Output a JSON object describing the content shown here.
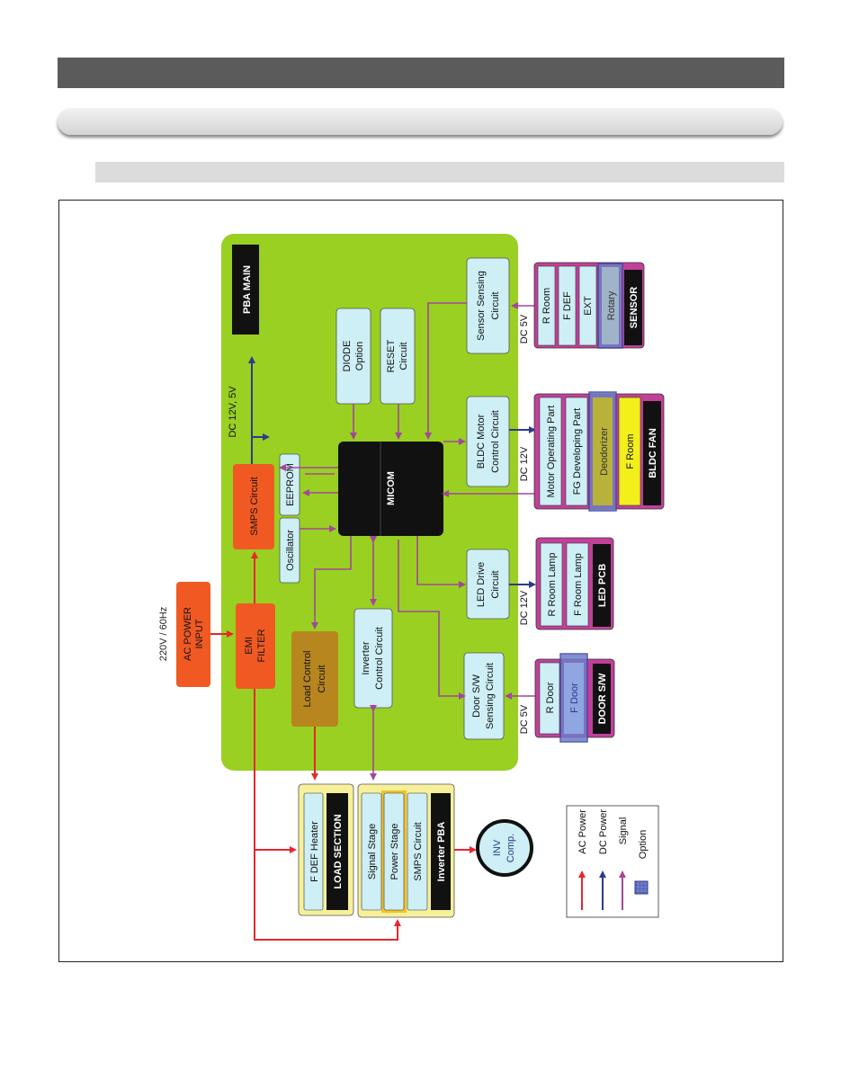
{
  "diagram": {
    "ac_input": {
      "voltage": "220V / 60Hz",
      "line1": "AC POWER",
      "line2": "INPUT"
    },
    "emi": {
      "line1": "EMI",
      "line2": "FILTER"
    },
    "smps_main": "SMPS Circuit",
    "eeprom": "EEPROM",
    "oscillator": "Oscillator",
    "micom": "MICOM",
    "diode": {
      "line1": "DIODE",
      "line2": "Option"
    },
    "reset": {
      "line1": "RESET",
      "line2": "Circuit"
    },
    "sensor_circuit": {
      "line1": "Sensor Sensing",
      "line2": "Circuit"
    },
    "bldc_circuit": {
      "line1": "BLDC Motor",
      "line2": "Control Circuit"
    },
    "led_drive": {
      "line1": "LED Drive",
      "line2": "Circuit"
    },
    "door_circuit": {
      "line1": "Door S/W",
      "line2": "Sensing Circuit"
    },
    "load_control": {
      "line1": "Load Control",
      "line2": "Circuit"
    },
    "inverter_control": {
      "line1": "Inverter",
      "line2": "Control Circuit"
    },
    "pba_main": "PBA MAIN",
    "dc_out": "DC  12V, 5V",
    "labels": {
      "dc5v_sensor": "DC 5V",
      "dc12v_fan": "DC 12V",
      "dc12v_led": "DC 12V",
      "dc5v_door": "DC 5V"
    },
    "sensor": {
      "title": "SENSOR",
      "items": [
        "R Room",
        "F DEF",
        "EXT",
        "Rotary"
      ]
    },
    "bldc_fan": {
      "title": "BLDC FAN",
      "items": [
        "Motor Operating Part",
        "FG Developing Part",
        "Deodorizer",
        "F Room"
      ]
    },
    "led_pcb": {
      "title": "LED PCB",
      "items": [
        "R Room Lamp",
        "F Room Lamp"
      ]
    },
    "door_sw": {
      "title": "DOOR S/W",
      "items": [
        "R Door",
        "F Door"
      ]
    },
    "load_section": {
      "title": "LOAD SECTION",
      "items": [
        "F DEF Heater"
      ]
    },
    "inverter_pba": {
      "title": "Inverter PBA",
      "items": [
        "Signal Stage",
        "Power Stage",
        "SMPS Circuit"
      ]
    },
    "inv_comp": {
      "line1": "INV",
      "line2": "Comp."
    },
    "legend": {
      "ac": "AC Power",
      "dc": "DC Power",
      "signal": "Signal",
      "option": "Option"
    },
    "colors": {
      "ac": "#e8262c",
      "dc": "#2c3a8e",
      "signal": "#a3479b",
      "pba": "#99d021",
      "block": "#f05a22",
      "light": "#cdeff5"
    }
  }
}
